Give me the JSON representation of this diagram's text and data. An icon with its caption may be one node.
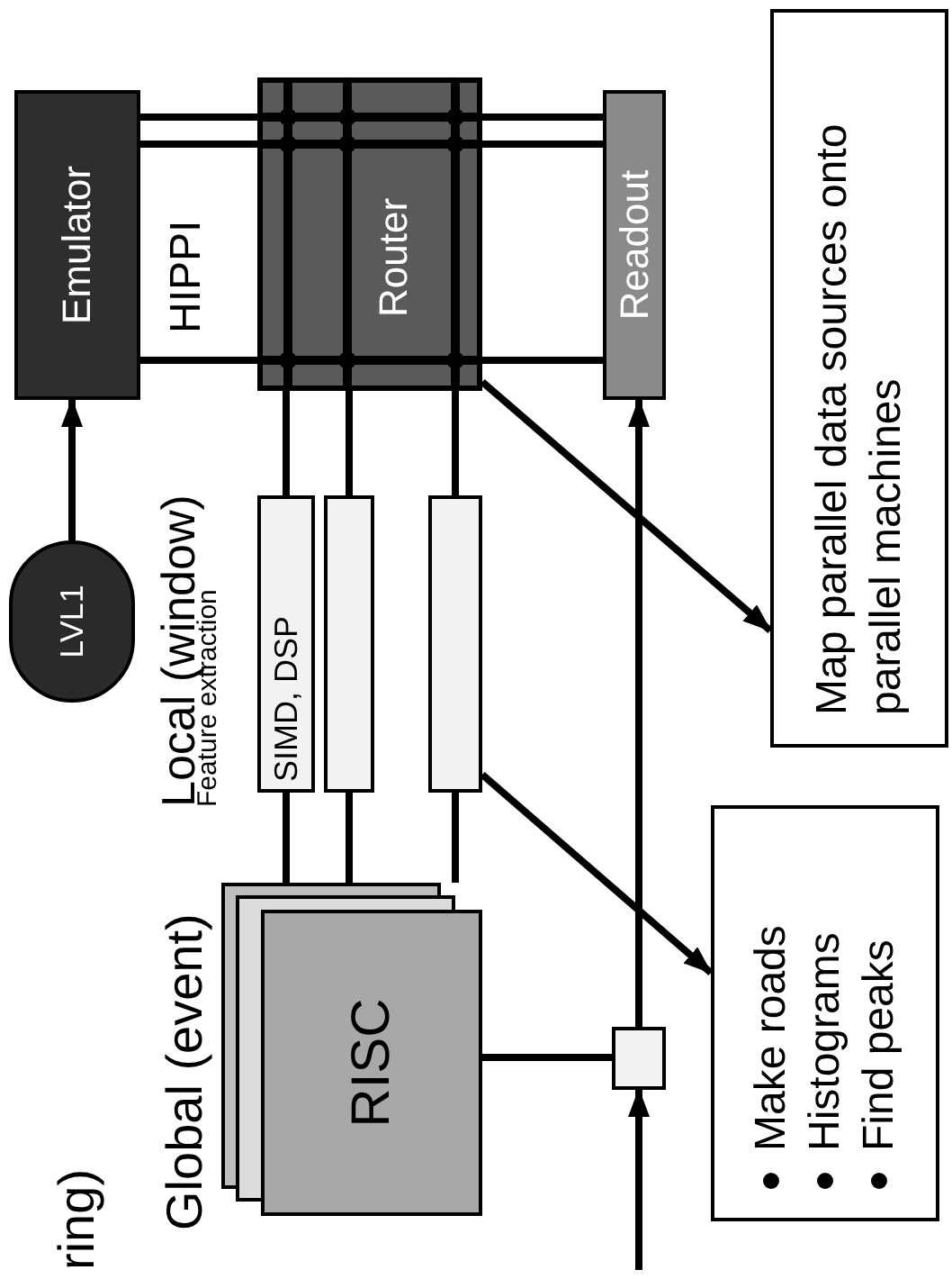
{
  "diagram": {
    "nodes": [
      {
        "text": [
          "Emulator"
        ]
      },
      {
        "text": [
          "Router"
        ]
      },
      {
        "text": [
          "Readout"
        ]
      },
      {
        "text": [
          "LVL1"
        ]
      },
      {
        "text": [
          "SIMD, DSP"
        ]
      },
      {
        "text": [],
        "shape": "box"
      },
      {
        "text": [],
        "shape": "box"
      },
      {
        "text": [
          "RISC"
        ]
      },
      {
        "text": [],
        "shape": "box"
      },
      {
        "text": [
          "Make roads",
          "Histograms",
          "Find peaks"
        ]
      },
      {
        "text": [
          "Map parallel data sources onto parallel machines"
        ]
      }
    ],
    "edges": [
      {
        "from": 3,
        "to": 0,
        "arrow": "to"
      },
      {
        "from": 0,
        "to": 1,
        "arrow": "none"
      },
      {
        "from": 0,
        "to": 1,
        "arrow": "none"
      },
      {
        "from": 0,
        "to": 1,
        "arrow": "none"
      },
      {
        "from": 1,
        "to": 2,
        "arrow": "none"
      },
      {
        "from": 1,
        "to": 2,
        "arrow": "none"
      },
      {
        "from": 1,
        "to": 2,
        "arrow": "none"
      },
      {
        "from": 1,
        "to": 4,
        "arrow": "none"
      },
      {
        "from": 1,
        "to": 5,
        "arrow": "none"
      },
      {
        "from": 1,
        "to": 6,
        "arrow": "none"
      },
      {
        "from": 4,
        "to": 7,
        "arrow": "none"
      },
      {
        "from": 5,
        "to": 7,
        "arrow": "none"
      },
      {
        "from": 6,
        "to": 7,
        "arrow": "none"
      },
      {
        "from": 7,
        "to": 8,
        "arrow": "none"
      },
      {
        "from": null,
        "to": 8,
        "arrow": "to"
      },
      {
        "from": 8,
        "to": 2,
        "arrow": "to"
      },
      {
        "from": 1,
        "to": 10,
        "arrow": "to"
      },
      {
        "from": 6,
        "to": 9,
        "arrow": "to"
      }
    ],
    "labels": [
      "HIPPI",
      "Local (window)",
      "Feature extraction",
      "Global (event)",
      "ring)"
    ]
  }
}
